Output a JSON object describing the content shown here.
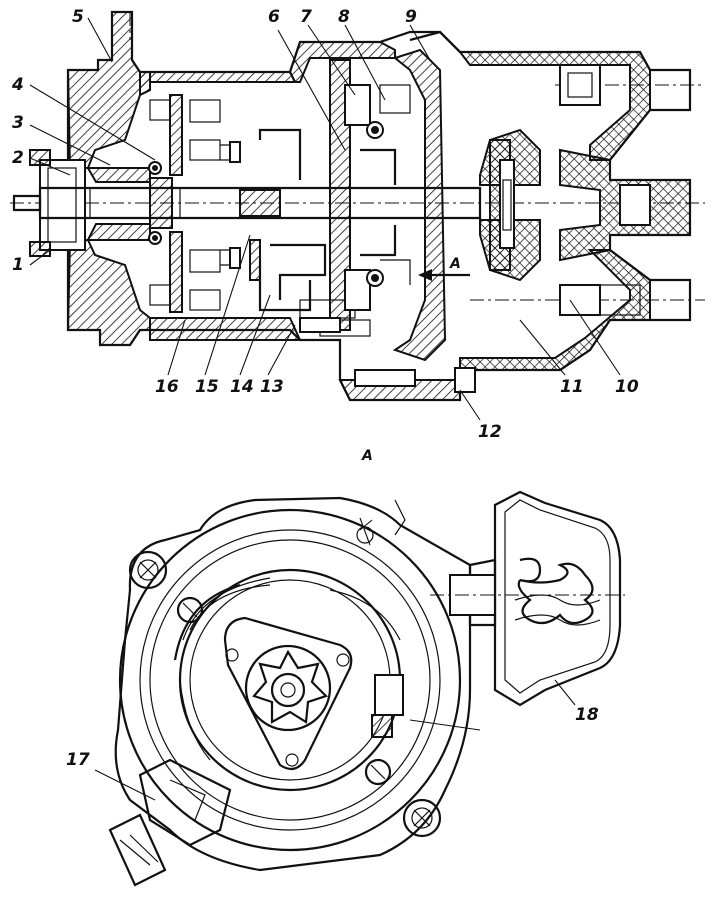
{
  "labels": {
    "l1": "1",
    "l2": "2",
    "l3": "3",
    "l4": "4",
    "l5": "5",
    "l6": "6",
    "l7": "7",
    "l8": "8",
    "l9": "9",
    "l10": "10",
    "l11": "11",
    "l12": "12",
    "l13": "13",
    "l14": "14",
    "l15": "15",
    "l16": "16",
    "l17": "17",
    "l18": "18"
  },
  "section_arrow_label": "A",
  "view_label": "A"
}
